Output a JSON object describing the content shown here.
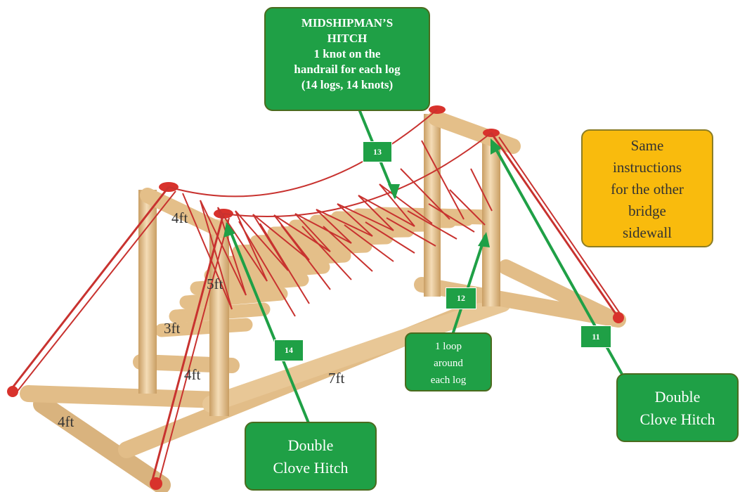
{
  "callouts": {
    "midshipman": {
      "title_line1": "MIDSHIPMAN’S",
      "title_line2": "HITCH",
      "line3": "1 knot on the",
      "line4": "handrail for each log",
      "line5": "(14 logs, 14 knots)"
    },
    "same_instructions": {
      "line1": "Same",
      "line2": "instructions",
      "line3": "for the other",
      "line4": "bridge",
      "line5": "sidewall"
    },
    "loop": {
      "line1": "1 loop",
      "line2": "around",
      "line3": "each log"
    },
    "clove_right": {
      "line1": "Double",
      "line2": "Clove Hitch"
    },
    "clove_left": {
      "line1": "Double",
      "line2": "Clove Hitch"
    }
  },
  "steps": {
    "s11": "11",
    "s12": "12",
    "s13": "13",
    "s14": "14"
  },
  "dimensions": {
    "post_top": "4ft",
    "post_height": "5ft",
    "step_3ft": "3ft",
    "step_4ft": "4ft",
    "base_length": "7ft",
    "base_width": "4ft"
  },
  "colors": {
    "callout_green": "#1fa046",
    "callout_yellow": "#f9bb0d",
    "rope_red": "#c8322f",
    "wood": "#e8c796"
  }
}
